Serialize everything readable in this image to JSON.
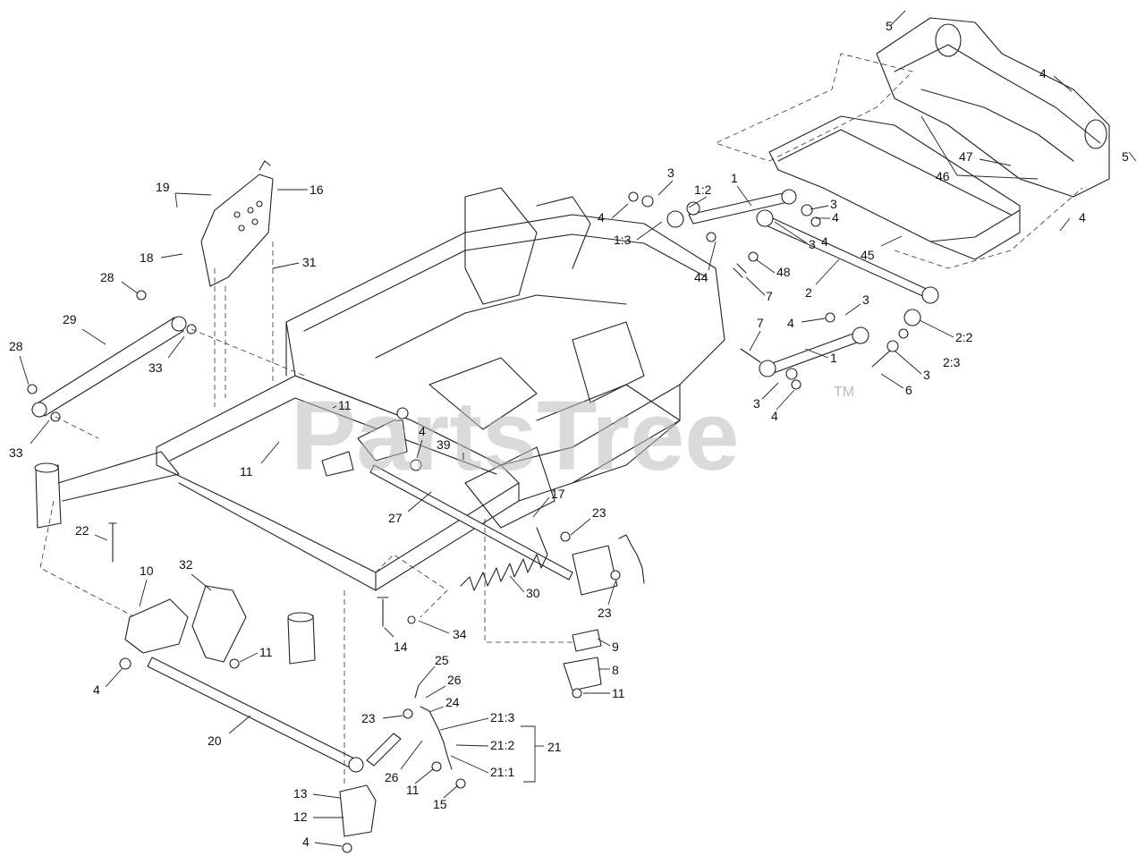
{
  "watermark": {
    "text": "PartsTree",
    "trademark": "TM"
  },
  "callouts": [
    "1",
    "2",
    "3",
    "4",
    "5",
    "6",
    "7",
    "8",
    "9",
    "10",
    "11",
    "12",
    "13",
    "14",
    "15",
    "16",
    "17",
    "18",
    "19",
    "20",
    "21",
    "21:1",
    "21:2",
    "21:3",
    "22",
    "23",
    "24",
    "25",
    "26",
    "27",
    "28",
    "29",
    "30",
    "31",
    "32",
    "33",
    "34",
    "39",
    "44",
    "45",
    "46",
    "47",
    "48",
    "1:2",
    "1:3",
    "2:2",
    "2:3"
  ]
}
